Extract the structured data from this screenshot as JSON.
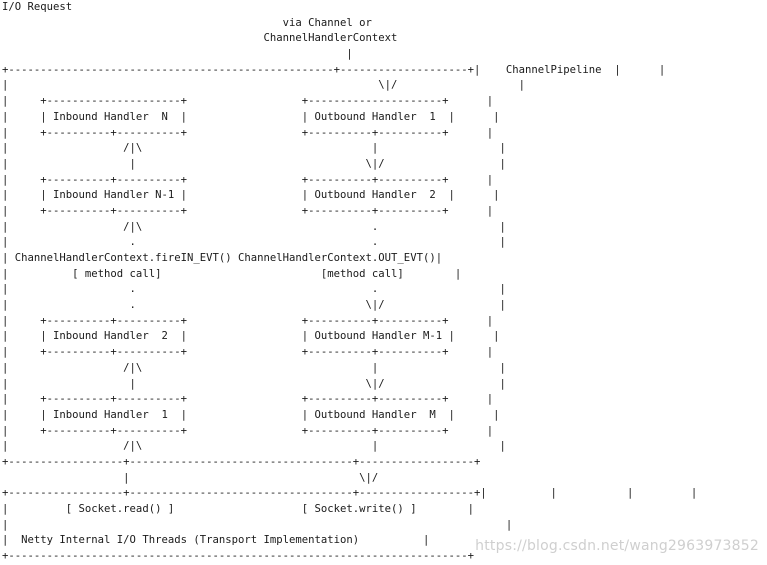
{
  "diagram": {
    "lines": [
      "I/O Request",
      "                                            via Channel or",
      "                                         ChannelHandlerContext",
      "                                                      |",
      "+---------------------------------------------------+--------------------+|    ChannelPipeline  |      |",
      "|                                                          \\|/                   |",
      "|     +---------------------+                  +---------------------+      |",
      "|     | Inbound Handler  N  |                  | Outbound Handler  1  |      |",
      "|     +----------+----------+                  +----------+----------+      |",
      "|                  /|\\                                    |                   |",
      "|                   |                                    \\|/                  |",
      "|     +----------+----------+                  +----------+----------+      |",
      "|     | Inbound Handler N-1 |                  | Outbound Handler  2  |      |",
      "|     +----------+----------+                  +----------+----------+      |",
      "|                  /|\\                                    .                   |",
      "|                   .                                     .                   |",
      "| ChannelHandlerContext.fireIN_EVT() ChannelHandlerContext.OUT_EVT()|",
      "|          [ method call]                         [method call]        |",
      "|                   .                                     .                   |",
      "|                   .                                    \\|/                  |",
      "|     +----------+----------+                  +----------+----------+      |",
      "|     | Inbound Handler  2  |                  | Outbound Handler M-1 |      |",
      "|     +----------+----------+                  +----------+----------+      |",
      "|                  /|\\                                    |                   |",
      "|                   |                                    \\|/                  |",
      "|     +----------+----------+                  +----------+----------+      |",
      "|     | Inbound Handler  1  |                  | Outbound Handler  M  |      |",
      "|     +----------+----------+                  +----------+----------+      |",
      "|                  /|\\                                    |                   |",
      "+------------------+-----------------------------------+------------------+",
      "                   |                                    \\|/",
      "+------------------+-----------------------------------+------------------+|          |           |         |",
      "|         [ Socket.read() ]                    [ Socket.write() ]        |",
      "|                                                                              |",
      "|  Netty Internal I/O Threads (Transport Implementation)          |",
      "+------------------------------------------------------------------------+"
    ]
  },
  "watermark": "https://blog.csdn.net/wang2963973852"
}
